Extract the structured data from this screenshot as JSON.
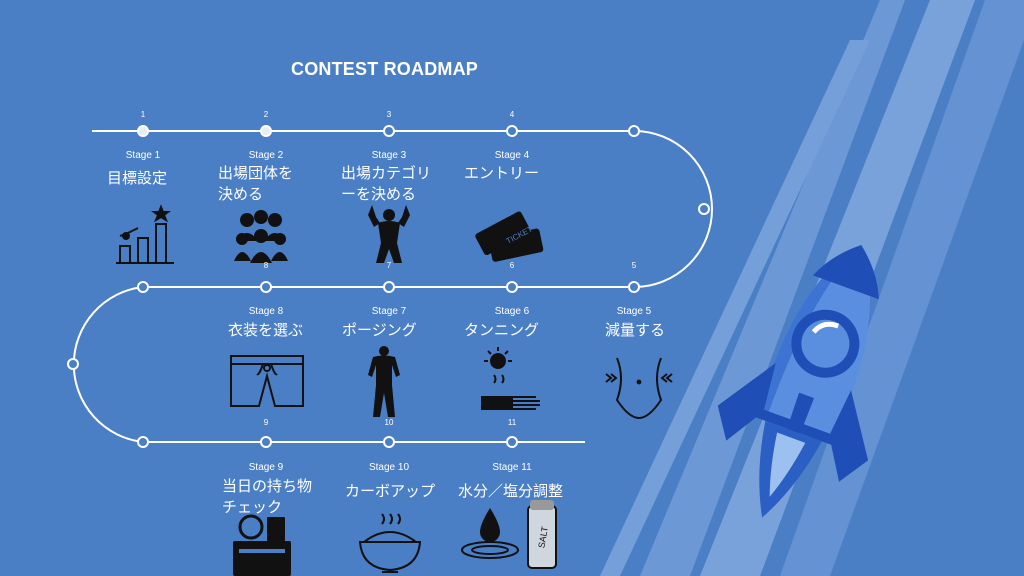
{
  "title": "CONTEST ROADMAP",
  "stages": [
    {
      "num": "1",
      "label": "Stage 1",
      "name": "目標設定",
      "icon": "goal-podium-icon"
    },
    {
      "num": "2",
      "label": "Stage 2",
      "name": "出場団体を\n決める",
      "icon": "people-group-icon"
    },
    {
      "num": "3",
      "label": "Stage 3",
      "name": "出場カテゴリ\nーを決める",
      "icon": "bodybuilder-icon"
    },
    {
      "num": "4",
      "label": "Stage 4",
      "name": "エントリー",
      "icon": "tickets-icon",
      "ticket_text": "TICKET"
    },
    {
      "num": "5",
      "label": "Stage 5",
      "name": "減量する",
      "icon": "waist-slim-icon"
    },
    {
      "num": "6",
      "label": "Stage 6",
      "name": "タンニング",
      "icon": "tanning-icon"
    },
    {
      "num": "7",
      "label": "Stage 7",
      "name": "ポージング",
      "icon": "posing-icon"
    },
    {
      "num": "8",
      "label": "Stage 8",
      "name": "衣装を選ぶ",
      "icon": "trunks-icon"
    },
    {
      "num": "9",
      "label": "Stage 9",
      "name": "当日の持ち物\nチェック",
      "icon": "bag-check-icon"
    },
    {
      "num": "10",
      "label": "Stage 10",
      "name": "カーボアップ",
      "icon": "rice-bowl-icon"
    },
    {
      "num": "11",
      "label": "Stage 11",
      "name": "水分／塩分調整",
      "icon": "water-salt-icon",
      "salt_text": "SALT"
    }
  ],
  "colors": {
    "background": "#4a7fc6",
    "line": "#ffffff",
    "icon": "#111111",
    "rocket_main": "#1f4fb6",
    "rocket_light": "#5a8fe0"
  }
}
